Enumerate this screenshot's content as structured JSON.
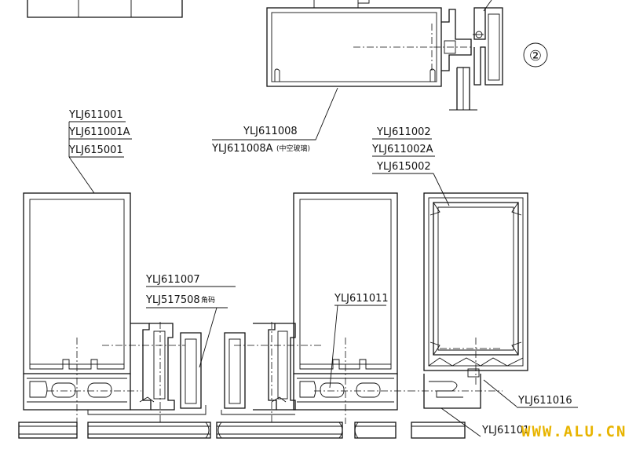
{
  "labels": {
    "left_group": [
      "YLJ611001",
      "YLJ611001A",
      "YLJ615001"
    ],
    "top_group_1": "YLJ611008",
    "top_group_2": "YLJ611008A",
    "top_group_2_note": "(中空玻璃)",
    "right_group": [
      "YLJ611002",
      "YLJ611002A",
      "YLJ615002"
    ],
    "mid_group_1": "YLJ611007",
    "mid_group_2": "YLJ517508",
    "mid_group_2_note": "角码",
    "center_label": "YLJ611011",
    "right_bottom_1": "YLJ611016",
    "right_bottom_2": "YLJ61101"
  },
  "callout_number": "②",
  "watermark": "WWW.ALU.CN"
}
